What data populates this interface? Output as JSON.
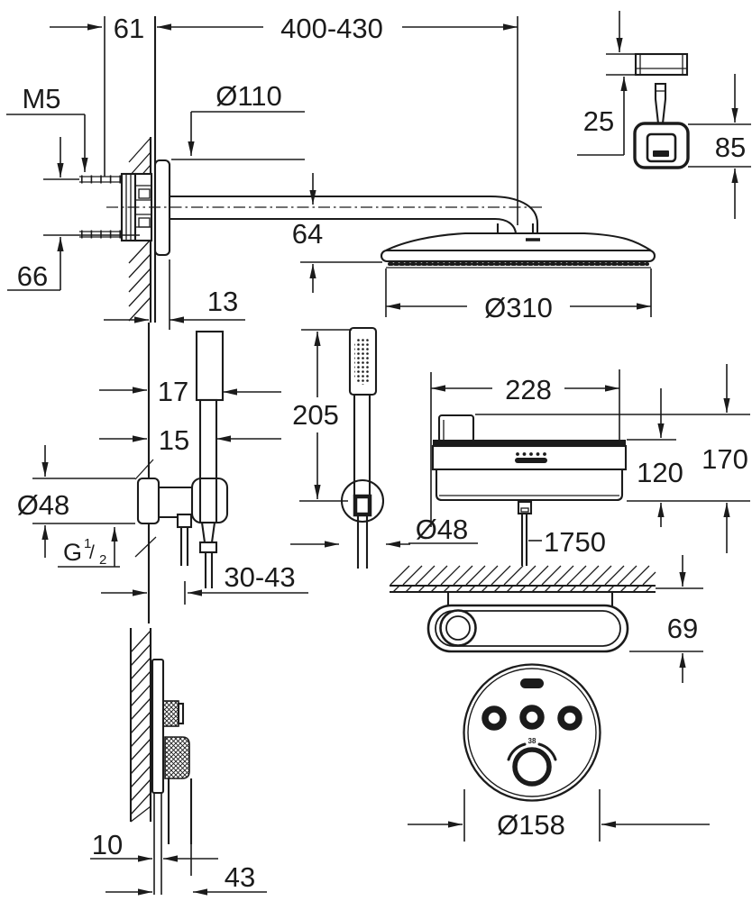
{
  "drawing": {
    "description_colors": {
      "line": "#1b1b1b",
      "background": "#ffffff"
    },
    "labels": {
      "d61": "61",
      "d400_430": "400-430",
      "m5": "M5",
      "dia110": "Ø110",
      "d25": "25",
      "d85": "85",
      "d66": "66",
      "d13": "13",
      "d64": "64",
      "dia310": "Ø310",
      "d17": "17",
      "d15": "15",
      "dia48_left": "Ø48",
      "g_thread": {
        "g": "G",
        "num": "1",
        "slash": "/",
        "den": "2"
      },
      "d30_43": "30-43",
      "d205": "205",
      "dia48_hook": "Ø48",
      "d228": "228",
      "d120": "120",
      "d170": "170",
      "d1750": "1750",
      "d69": "69",
      "d38": "38",
      "dia158": "Ø158",
      "d10": "10",
      "d43": "43"
    }
  }
}
